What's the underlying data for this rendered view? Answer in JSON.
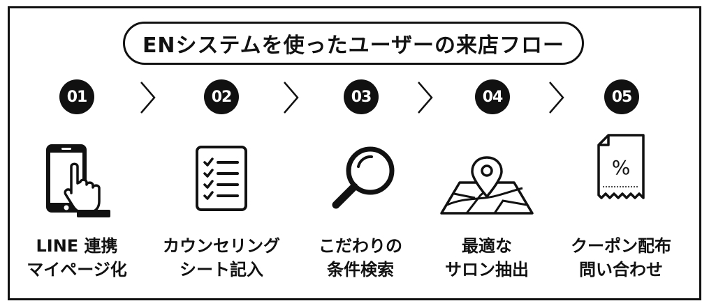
{
  "title": "ENシステムを使ったユーザーの来店フロー",
  "steps": [
    {
      "number": "01",
      "icon": "smartphone-tap-icon",
      "line1": "LINE 連携",
      "line2": "マイページ化"
    },
    {
      "number": "02",
      "icon": "checklist-icon",
      "line1": "カウンセリング",
      "line2": "シート記入"
    },
    {
      "number": "03",
      "icon": "magnifier-icon",
      "line1": "こだわりの",
      "line2": "条件検索"
    },
    {
      "number": "04",
      "icon": "map-pin-icon",
      "line1": "最適な",
      "line2": "サロン抽出"
    },
    {
      "number": "05",
      "icon": "coupon-percent-icon",
      "line1": "クーポン配布",
      "line2": "問い合わせ"
    }
  ],
  "coupon_symbol": "%",
  "colors": {
    "ink": "#111111",
    "background": "#ffffff"
  }
}
